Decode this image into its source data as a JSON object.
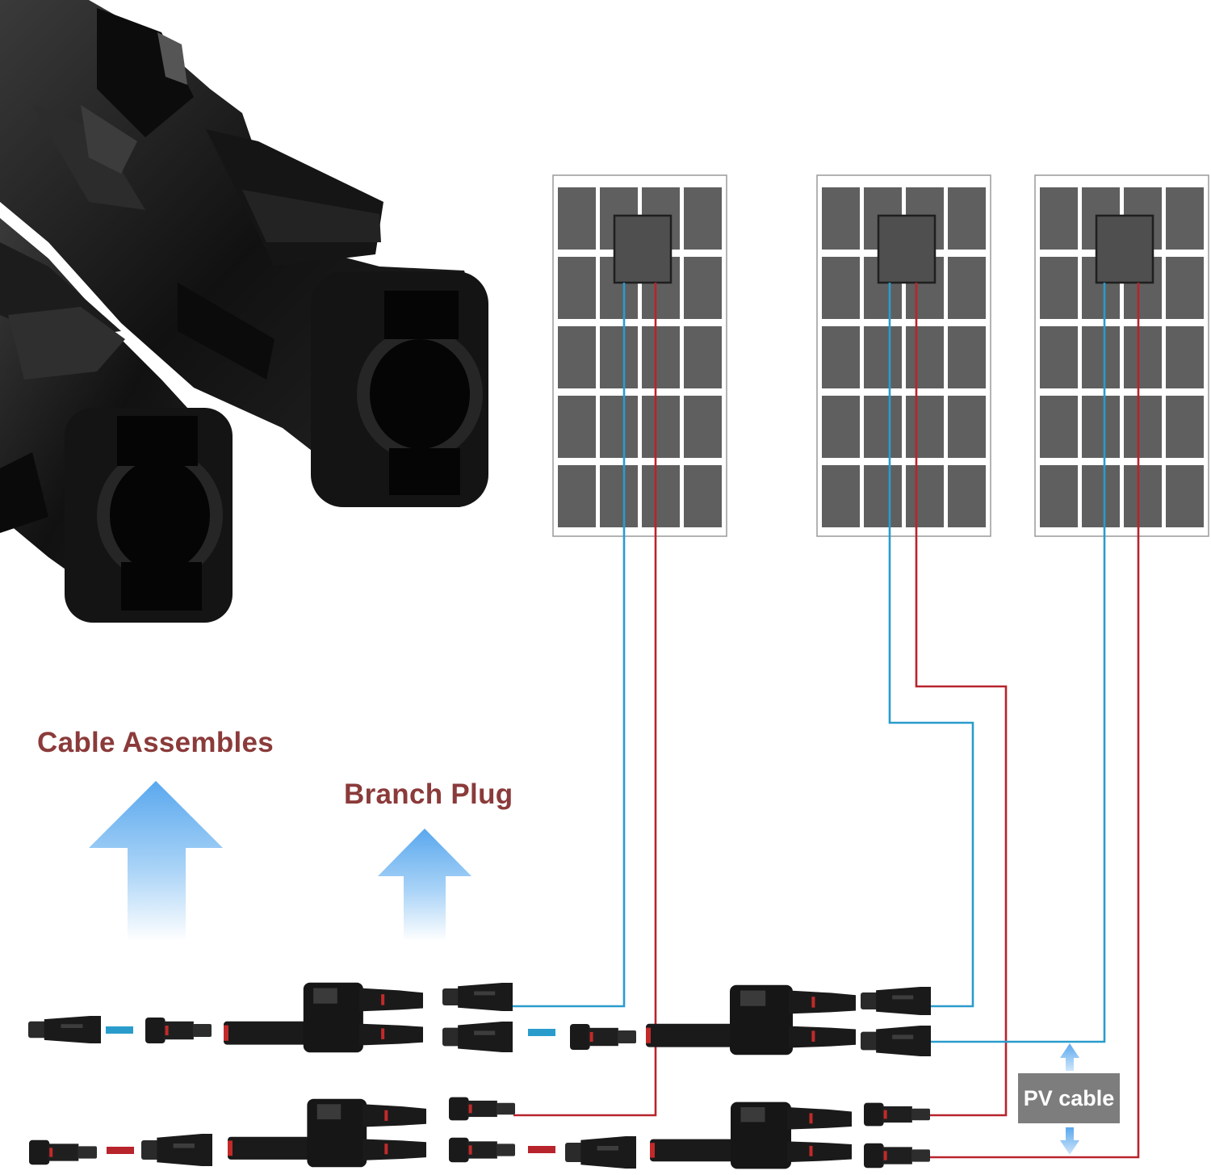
{
  "labels": {
    "cable_assembles": "Cable Assembles",
    "branch_plug": "Branch Plug",
    "pv_cable": "PV cable"
  },
  "panels": [
    {
      "id": "panel-1"
    },
    {
      "id": "panel-2"
    },
    {
      "id": "panel-3"
    }
  ],
  "colors": {
    "background": "#ffffff",
    "label_text": "#8b3a3a",
    "negative_wire": "#2a9ccc",
    "positive_wire": "#b8242c",
    "arrow_gradient_top": "#5aa8ee",
    "cell": "#5f5f5f",
    "junction_box": "#4f4f4f",
    "connector": "#1a1a1a",
    "pv_label_bg": "#7d7d7d"
  },
  "icons": [
    "connector-photo",
    "solar-panel-icon",
    "up-arrow-icon",
    "double-arrow-icon",
    "y-branch-connector-icon",
    "mc4-connector-icon"
  ]
}
